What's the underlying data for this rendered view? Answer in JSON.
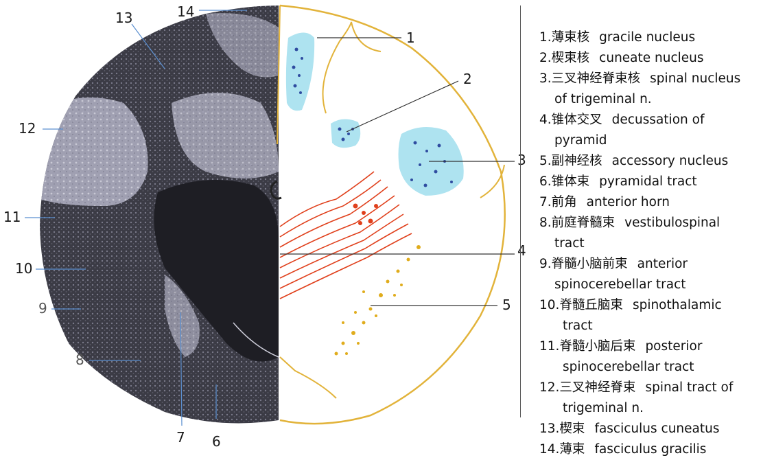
{
  "figure": {
    "labels_left": [
      "13",
      "14",
      "12",
      "11",
      "10",
      "9",
      "8",
      "7",
      "6"
    ],
    "labels_right": [
      "1",
      "2",
      "3",
      "4",
      "5"
    ],
    "colors": {
      "nucleus_blue": "#aee3f0",
      "tract_red": "#e0401c",
      "outline_gold": "#e2b33a",
      "accessory_gold": "#e0ac1c",
      "pointer_line": "#333333",
      "tissue_dark": "#2d2d36",
      "tissue_light": "#c2c2d2"
    }
  },
  "legend": [
    {
      "num": "1.",
      "zh": "薄束核",
      "en": "gracile nucleus",
      "cont": ""
    },
    {
      "num": "2.",
      "zh": "楔束核",
      "en": "cuneate nucleus",
      "cont": ""
    },
    {
      "num": "3.",
      "zh": "三叉神经脊束核",
      "en": "spinal nucleus",
      "cont": "of trigeminal n."
    },
    {
      "num": "4.",
      "zh": "锥体交叉",
      "en": "decussation of",
      "cont": "pyramid"
    },
    {
      "num": "5.",
      "zh": "副神经核",
      "en": "accessory nucleus",
      "cont": ""
    },
    {
      "num": "6.",
      "zh": "锥体束",
      "en": "pyramidal tract",
      "cont": ""
    },
    {
      "num": "7.",
      "zh": "前角",
      "en": "anterior horn",
      "cont": ""
    },
    {
      "num": "8.",
      "zh": "前庭脊髓束",
      "en": "vestibulospinal",
      "cont": "tract"
    },
    {
      "num": "9.",
      "zh": "脊髓小脑前束",
      "en": "anterior",
      "cont": "spinocerebellar tract"
    },
    {
      "num": "10.",
      "zh": "脊髓丘脑束",
      "en": "spinothalamic",
      "cont": "tract"
    },
    {
      "num": "11.",
      "zh": "脊髓小脑后束",
      "en": "posterior",
      "cont": "spinocerebellar tract"
    },
    {
      "num": "12.",
      "zh": "三叉神经脊束",
      "en": "spinal tract of",
      "cont": "trigeminal n."
    },
    {
      "num": "13.",
      "zh": "楔束",
      "en": "fasciculus cuneatus",
      "cont": ""
    },
    {
      "num": "14.",
      "zh": "薄束",
      "en": "fasciculus gracilis",
      "cont": ""
    }
  ]
}
